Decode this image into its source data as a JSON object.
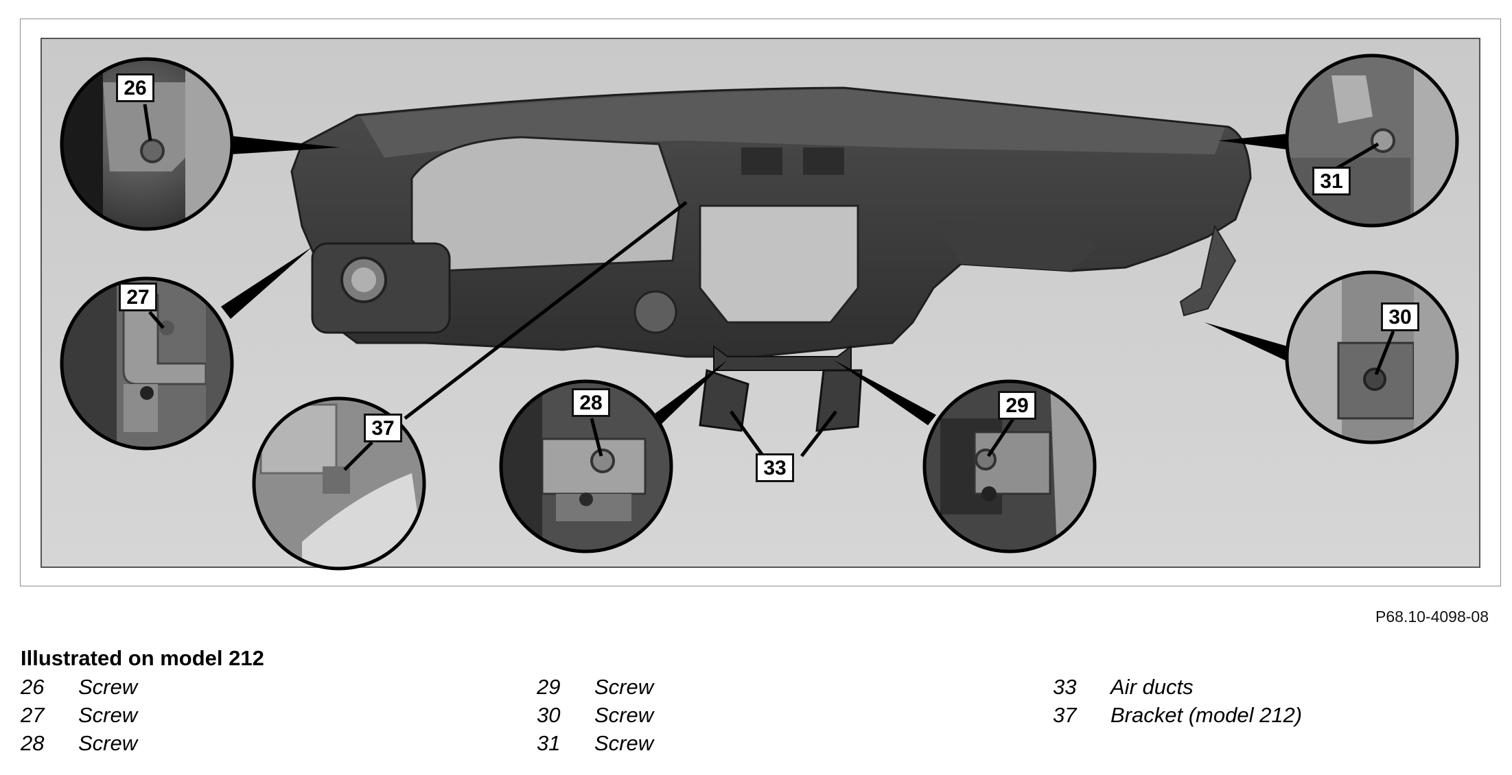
{
  "callouts": {
    "c26": "26",
    "c27": "27",
    "c28": "28",
    "c29": "29",
    "c30": "30",
    "c31": "31",
    "c33": "33",
    "c37": "37"
  },
  "figure_code": "P68.10-4098-08",
  "caption": {
    "heading": "Illustrated on model 212",
    "legend": [
      {
        "num": "26",
        "label": "Screw"
      },
      {
        "num": "27",
        "label": "Screw"
      },
      {
        "num": "28",
        "label": "Screw"
      },
      {
        "num": "29",
        "label": "Screw"
      },
      {
        "num": "30",
        "label": "Screw"
      },
      {
        "num": "31",
        "label": "Screw"
      },
      {
        "num": "33",
        "label": "Air ducts"
      },
      {
        "num": "37",
        "label": "Bracket (model 212)"
      }
    ]
  }
}
